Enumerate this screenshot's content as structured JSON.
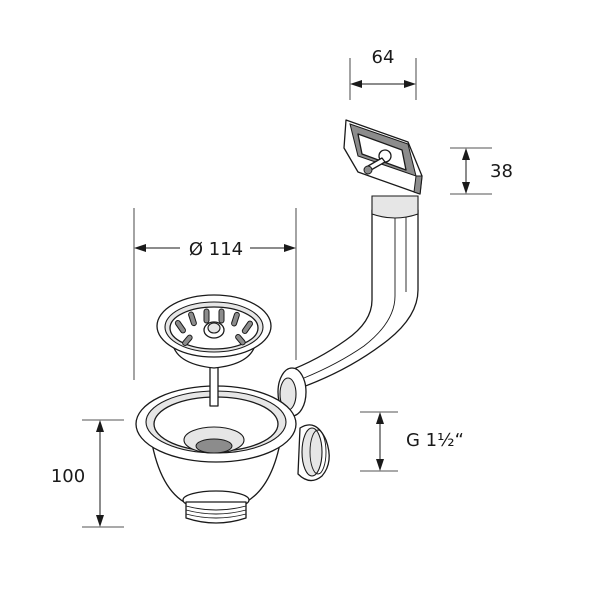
{
  "dimensions": {
    "top_width": "64",
    "overflow_height": "38",
    "basket_diameter": "Ø 114",
    "thread_size": "G 1½“",
    "body_height": "100"
  }
}
